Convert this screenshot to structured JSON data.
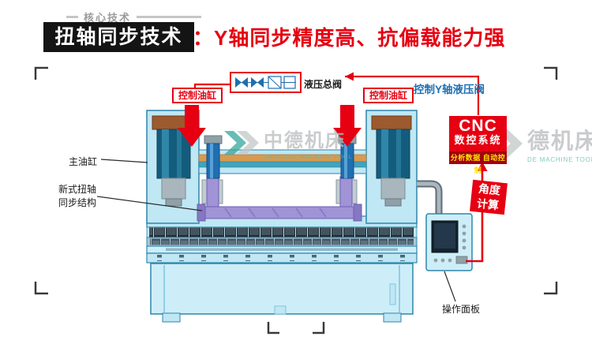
{
  "header": {
    "tag": "核心技术",
    "title": "扭轴同步技术",
    "subtitle": "：Y轴同步精度高、抗偏载能力强"
  },
  "diagram_labels": {
    "control_cylinder_left": "控制油缸",
    "control_cylinder_right": "控制油缸",
    "hydraulic_main_valve": "液压总阀",
    "control_y_valve": "控制Y轴液压阀",
    "main_cylinder": "主油缸",
    "torsion_line1": "新式扭轴",
    "torsion_line2": "同步结构",
    "operation_panel": "操作面板",
    "angle_line1": "角度",
    "angle_line2": "计算"
  },
  "cnc_box": {
    "title": "CNC",
    "subtitle": "数控系统",
    "caption": "分析数据 自动控制"
  },
  "watermark_center": {
    "name": "中德机床",
    "caption": "ZHONGDE MACHINE TOOL"
  },
  "watermark_right": {
    "name": "德机床",
    "caption": "DE MACHINE TOOL"
  },
  "colors": {
    "accent_red": "#e60012",
    "machine_fill_blue": "#bfe7f4",
    "machine_outline_blue": "#2e86ab",
    "valve_blue": "#1f6fb0",
    "cnc_caption_yellow": "#ffe400",
    "watermark_teal": "#54b8ae",
    "title_black": "#141414"
  }
}
